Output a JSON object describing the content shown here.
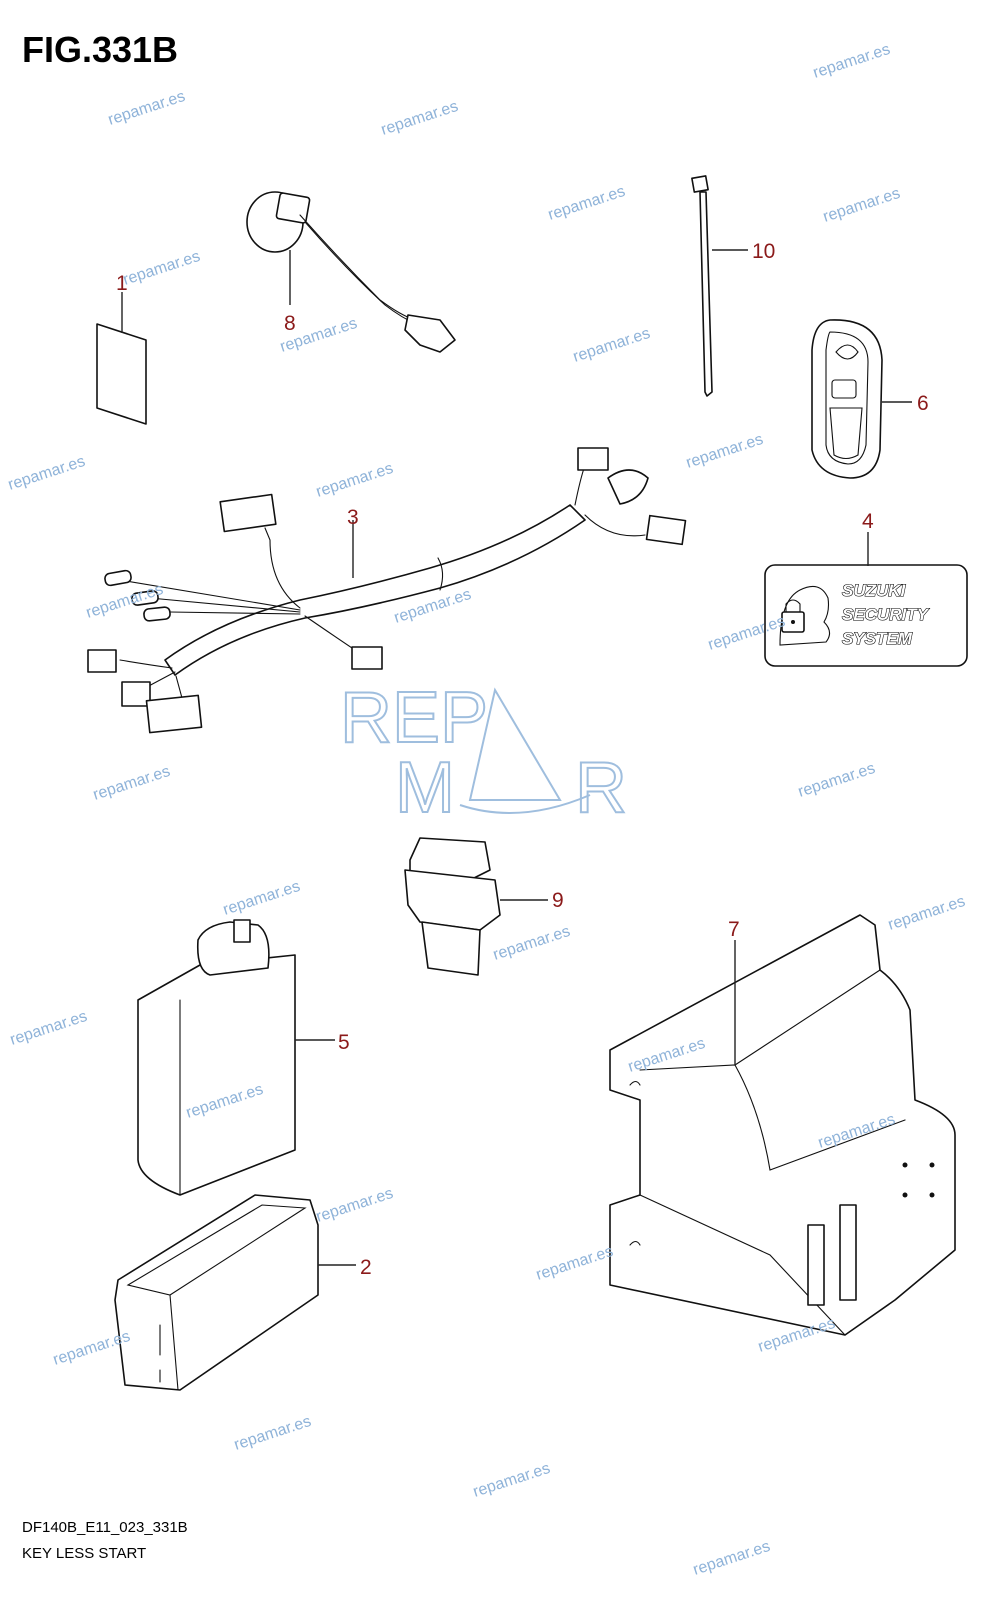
{
  "figure_title": "FIG.331B",
  "footer": {
    "code": "DF140B_E11_023_331B",
    "caption": "KEY LESS START"
  },
  "callouts": [
    "1",
    "2",
    "3",
    "4",
    "5",
    "6",
    "7",
    "8",
    "9",
    "10"
  ],
  "security_label": {
    "line1": "SUZUKI",
    "line2": "SECURITY",
    "line3": "SYSTEM"
  },
  "watermark": {
    "text": "repamar.es",
    "logo_top": "REP",
    "logo_bottom_left": "M",
    "logo_bottom_right": "R",
    "color": "#8fb3d9"
  },
  "colors": {
    "callout": "#8b1a1a",
    "line": "#111111"
  }
}
